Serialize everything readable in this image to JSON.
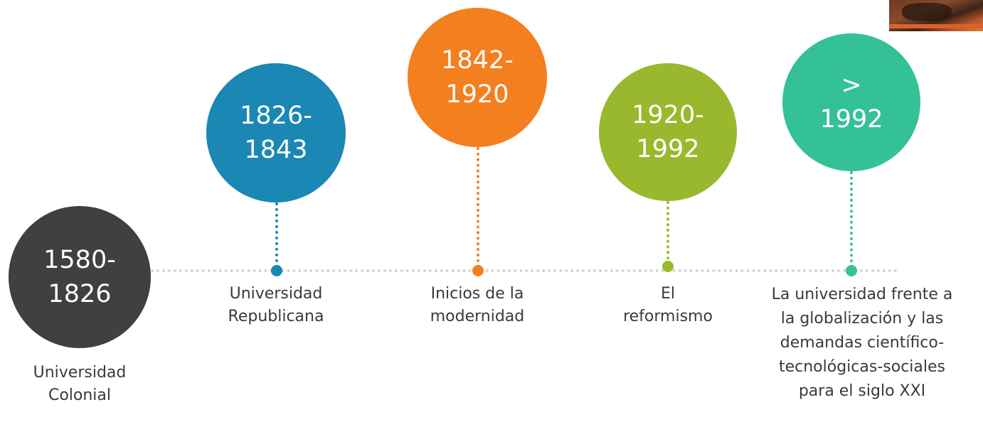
{
  "timeline": {
    "events": [
      {
        "id": "colonial",
        "period_lines": [
          "1580-",
          "1826"
        ],
        "label_lines": [
          "Universidad",
          "Colonial"
        ],
        "color": "#404040"
      },
      {
        "id": "republicana",
        "period_lines": [
          "1826-",
          "1843"
        ],
        "label_lines": [
          "Universidad",
          "Republicana"
        ],
        "color": "#1b87b5"
      },
      {
        "id": "modernidad",
        "period_lines": [
          "1842-",
          "1920"
        ],
        "label_lines": [
          "Inicios de la",
          "modernidad"
        ],
        "color": "#f47f1f"
      },
      {
        "id": "reformismo",
        "period_lines": [
          "1920-",
          "1992"
        ],
        "label_lines": [
          "El",
          "reformismo"
        ],
        "color": "#9ab82d"
      },
      {
        "id": "globalizacion",
        "period_lines": [
          ">",
          "1992"
        ],
        "label_lines": [
          "La universidad frente a",
          "la globalización y las",
          "demandas científico-",
          "tecnológicas-sociales",
          "para el siglo XXI"
        ],
        "color": "#35c197"
      }
    ]
  }
}
